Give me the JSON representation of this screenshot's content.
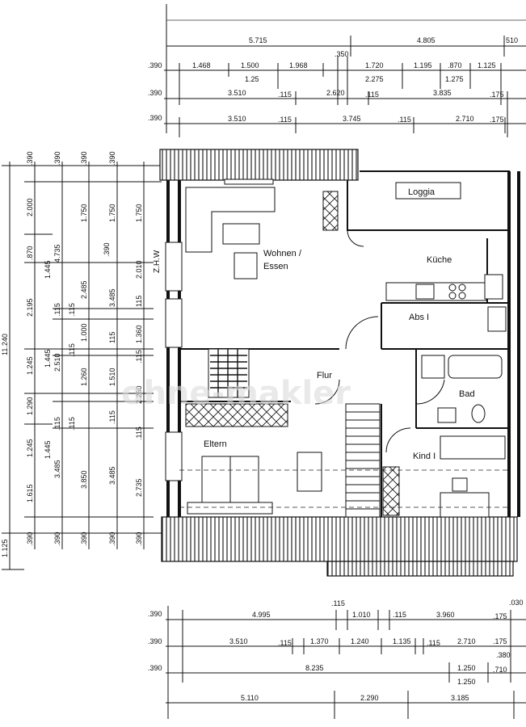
{
  "watermark": "ohne-makler",
  "rooms": {
    "loggia": "Loggia",
    "wohnen_line1": "Wohnen /",
    "wohnen_line2": "Essen",
    "kueche": "Küche",
    "abs": "Abs I",
    "flur": "Flur",
    "bad": "Bad",
    "kind": "Kind I",
    "eltern": "Eltern",
    "ref_mark": "Z.H.W"
  },
  "top_dims": {
    "row1": [
      "5.715",
      "4.805",
      "510"
    ],
    "row2_prefix": ".390",
    "row2": [
      "1.468",
      "1.500",
      "1.968",
      ".350",
      "1.720",
      "1.195",
      ".870",
      "1.125"
    ],
    "row2_sub": [
      "1.25",
      "2.275",
      "1.275"
    ],
    "row3_prefix": ".390",
    "row3": [
      "3.510",
      ".115",
      "2.620",
      ".115",
      "3.835",
      ".175"
    ],
    "row4_prefix": ".390",
    "row4": [
      "3.510",
      ".115",
      "3.745",
      ".115",
      "2.710",
      ".175"
    ]
  },
  "left_dims": {
    "total": "11.240",
    "bottom_offset": "1.125",
    "col1": [
      ".390",
      "2.000",
      ".870",
      "2.195",
      "1.245",
      "1.290",
      "1.245",
      "1.615",
      ".390"
    ],
    "col2": [
      ".390",
      "1.445",
      "4.735",
      "1.445",
      ".115",
      "2.510",
      ".115",
      "1.445",
      "3.485",
      ".390"
    ],
    "col3": [
      ".390",
      "1.750",
      "2.485",
      ".115",
      "1.000",
      ".115",
      "1.260",
      ".115",
      "3.850",
      ".390"
    ],
    "col4": [
      ".390",
      "1.750",
      ".390",
      "3.485",
      "115",
      "1.510",
      ".115",
      "3.485",
      ".390"
    ],
    "col5": [
      "1.750",
      "2.010",
      "115",
      "1.360",
      ".115",
      "2.260",
      ".115",
      "2.735",
      ".390"
    ]
  },
  "bottom_dims": {
    "row1_prefix": ".390",
    "row1": [
      "4.995",
      ".115",
      "1.010",
      ".115",
      "3.960",
      ".175",
      ".030"
    ],
    "row2_prefix": ".390",
    "row2": [
      "3.510",
      ".115",
      "1.370",
      "1.240",
      "1.135",
      ".115",
      "2.710",
      ".175",
      ".380"
    ],
    "row3_prefix": ".390",
    "row3": [
      "8.235",
      "1.250",
      ".710"
    ],
    "row3_sub": [
      "1.250"
    ],
    "row4": [
      "5.110",
      "2.290",
      "3.185"
    ]
  }
}
